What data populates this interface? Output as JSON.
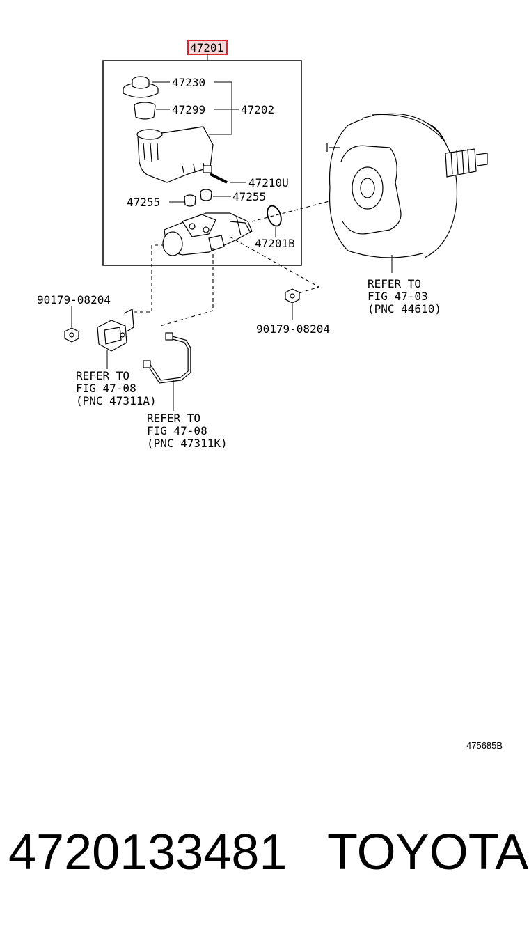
{
  "diagram": {
    "main_part": "47201",
    "labels": {
      "p47230": "47230",
      "p47299": "47299",
      "p47202": "47202",
      "p47210u": "47210U",
      "p47255_right": "47255",
      "p47255_left": "47255",
      "p47201b": "47201B",
      "bolt_left": "90179-08204",
      "bolt_right": "90179-08204"
    },
    "refer_booster": [
      "REFER TO",
      "FIG 47-03",
      "(PNC 44610)"
    ],
    "refer_valve": [
      "REFER TO",
      "FIG 47-08",
      "(PNC 47311A)"
    ],
    "refer_tube": [
      "REFER TO",
      "FIG 47-08",
      "(PNC 47311K)"
    ],
    "illustration_code": "475685B",
    "highlight_color": "#d9262b"
  },
  "footer": {
    "part_number": "4720133481",
    "brand": "TOYOTA"
  }
}
